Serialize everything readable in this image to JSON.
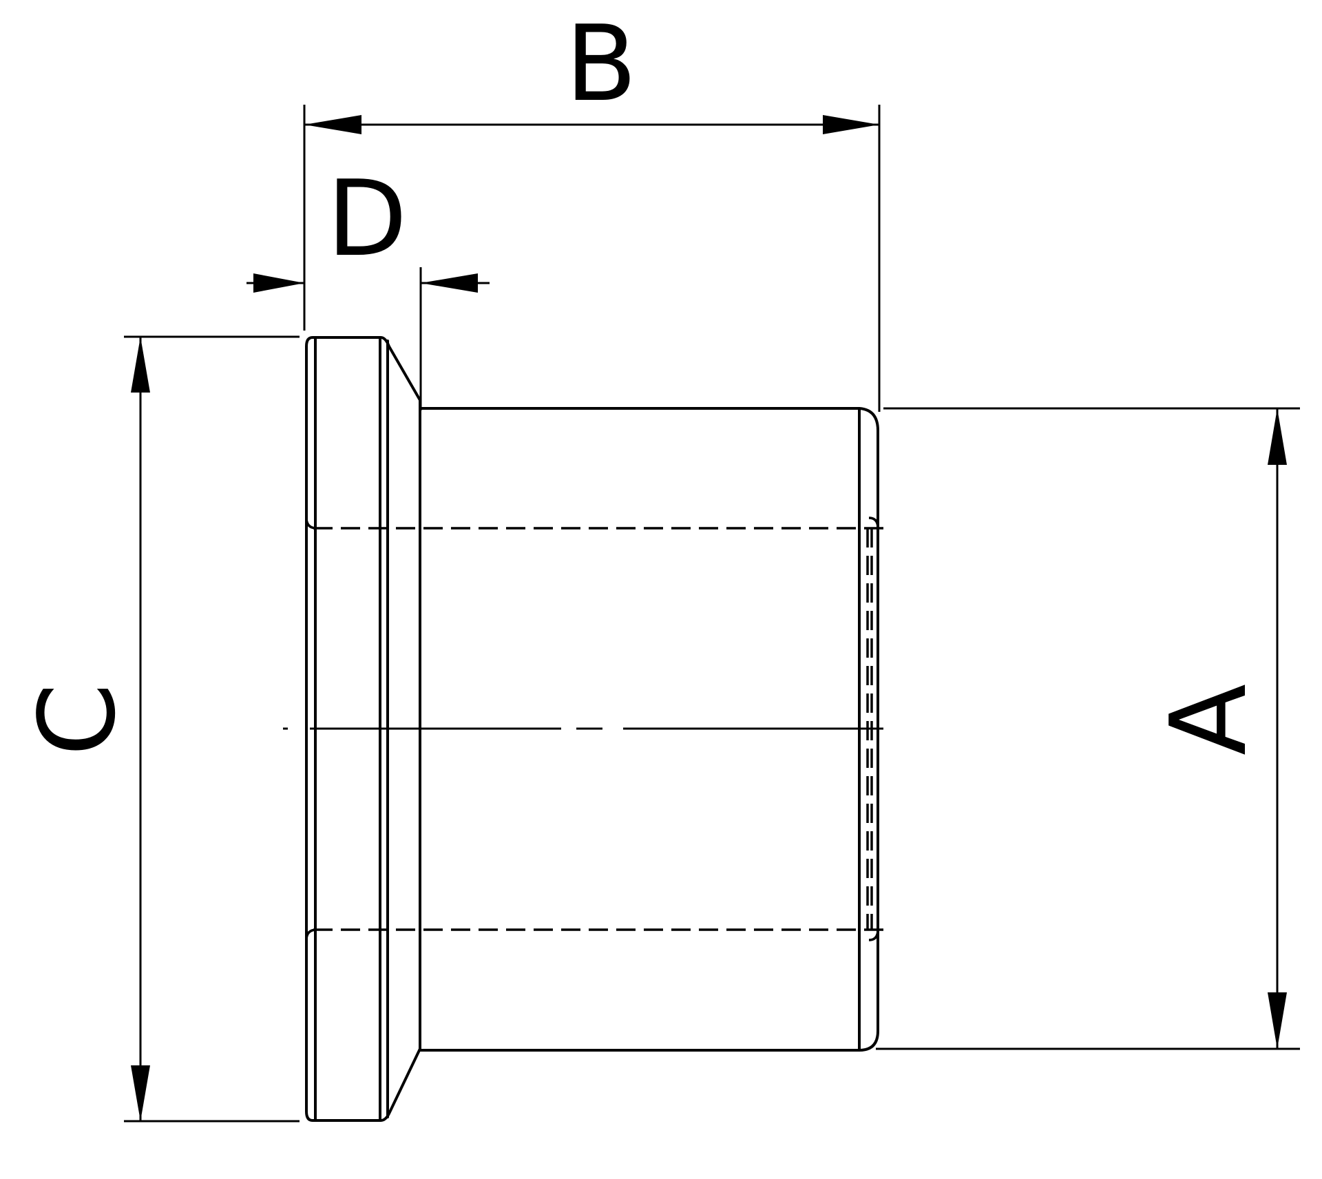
{
  "diagram": {
    "line_color": "#000000",
    "background": "#ffffff",
    "dimensions": {
      "A": {
        "label": "A"
      },
      "B": {
        "label": "B"
      },
      "C": {
        "label": "C"
      },
      "D": {
        "label": "D"
      }
    }
  }
}
